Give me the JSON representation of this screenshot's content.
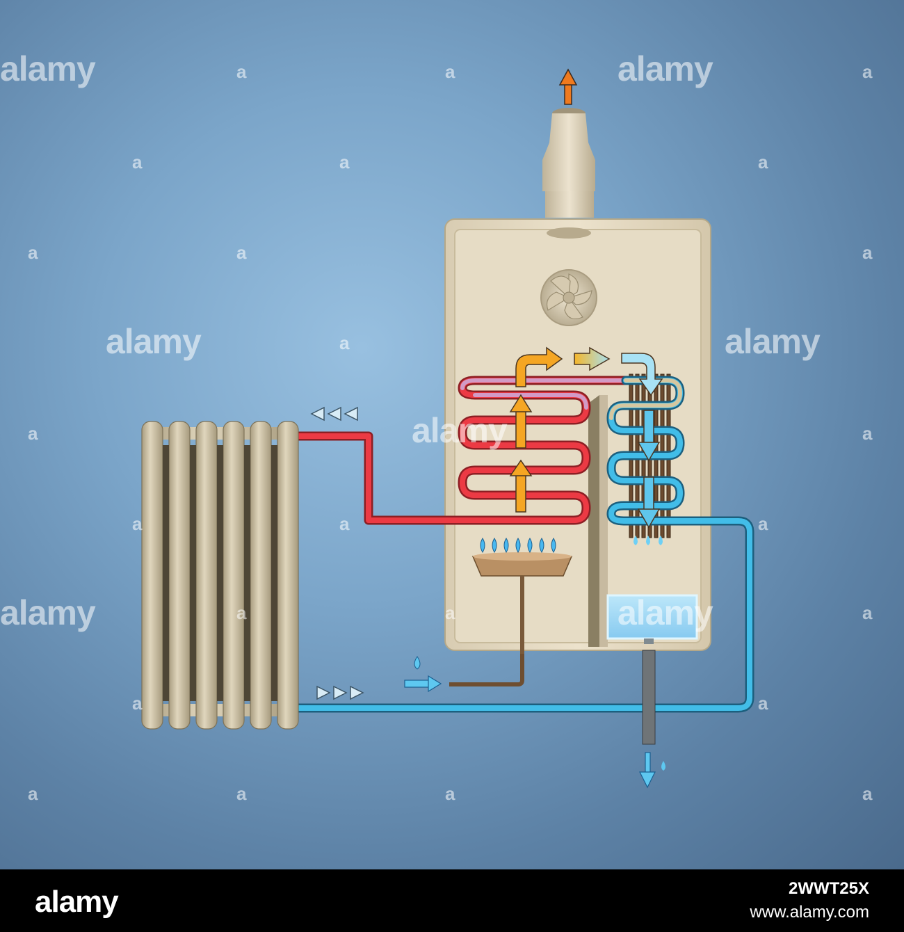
{
  "watermark": {
    "brand": "alamy",
    "mark": "a"
  },
  "footer": {
    "logo": "alamy",
    "image_id": "2WWT25X",
    "site": "www.alamy.com"
  },
  "colors": {
    "background": "#7ba5c9",
    "boiler_body": "#e8ddc6",
    "hot_pipe": "#e8323c",
    "cold_pipe": "#3fb5e0",
    "flue_gas": "#f2a21c",
    "exhaust": "#f07a1e",
    "radiator": "#cfc3a6"
  },
  "icons": {
    "exhaust_arrow": "arrow-up-icon",
    "flow_left": "triangle-left-icon",
    "flow_right": "triangle-right-icon",
    "gas_flame": "flame-icon",
    "water_drop": "droplet-icon",
    "fan": "fan-icon"
  }
}
